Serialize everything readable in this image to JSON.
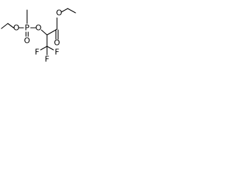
{
  "structure": {
    "atoms": {
      "ester_oxygen_top": "O",
      "phosphorus_oxygen_ethoxy": "O",
      "phosphorus": "P",
      "phosphorus_oxygen_bridge": "O",
      "phosphoryl_oxygen": "O",
      "carbonyl_oxygen": "O",
      "fluorine_left": "F",
      "fluorine_bottom": "F",
      "fluorine_right": "F"
    }
  }
}
